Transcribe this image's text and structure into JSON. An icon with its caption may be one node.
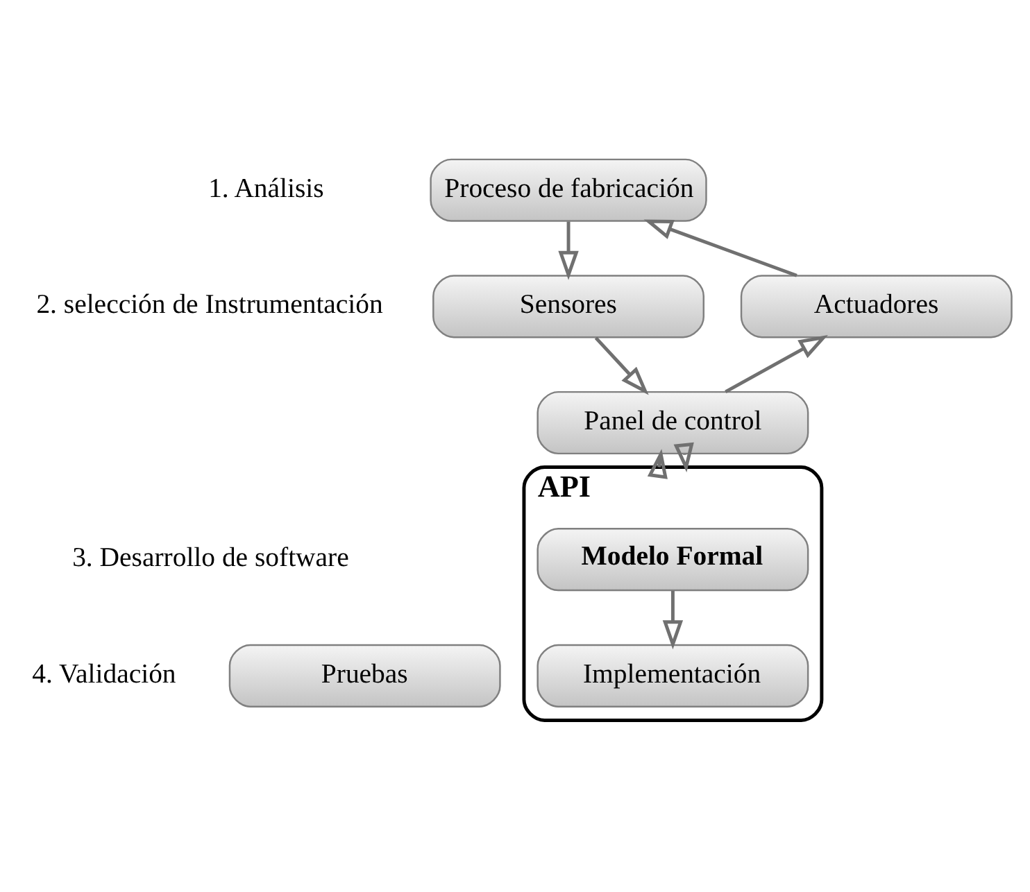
{
  "diagram": {
    "nodes": [
      {
        "text": [
          "Proceso de fabricación"
        ]
      },
      {
        "text": [
          "Sensores"
        ]
      },
      {
        "text": [
          "Actuadores"
        ]
      },
      {
        "text": [
          "Panel de control"
        ]
      },
      {
        "text": [
          "API"
        ]
      },
      {
        "text": [
          "Modelo Formal"
        ],
        "in": 4
      },
      {
        "text": [
          "Implementación"
        ],
        "in": 4
      },
      {
        "text": [
          "Pruebas"
        ]
      }
    ],
    "edges": [
      {
        "from": 0,
        "to": 1,
        "arrow": "to"
      },
      {
        "from": 2,
        "to": 0,
        "arrow": "to"
      },
      {
        "from": 1,
        "to": 3,
        "arrow": "to"
      },
      {
        "from": 3,
        "to": 2,
        "arrow": "to"
      },
      {
        "from": 3,
        "to": 4,
        "arrow": "to"
      },
      {
        "from": 4,
        "to": 3,
        "arrow": "to"
      },
      {
        "from": 5,
        "to": 6,
        "arrow": "to"
      }
    ],
    "labels": [
      "1. Análisis",
      "2. selección de Instrumentación",
      "3. Desarrollo de software",
      "4. Validación"
    ]
  }
}
